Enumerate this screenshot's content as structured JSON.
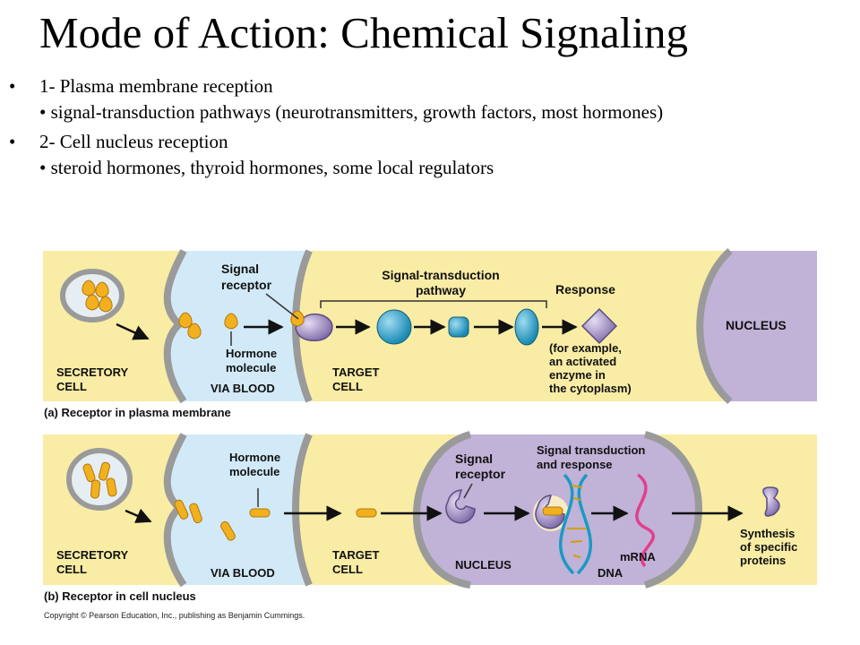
{
  "title": "Mode of Action: Chemical Signaling",
  "bullets": [
    {
      "main": "1- Plasma membrane reception",
      "sub": "• signal-transduction pathways (neurotransmitters, growth factors, most hormones)"
    },
    {
      "main": "2- Cell nucleus reception",
      "sub": "• steroid hormones, thyroid hormones, some local regulators"
    }
  ],
  "diagram": {
    "panel_a": {
      "caption": "(a) Receptor in plasma membrane",
      "secretory_cell": [
        "SECRETORY",
        "CELL"
      ],
      "via_blood": "VIA BLOOD",
      "target_cell": [
        "TARGET",
        "CELL"
      ],
      "signal_receptor": [
        "Signal",
        "receptor"
      ],
      "hormone_molecule": [
        "Hormone",
        "molecule"
      ],
      "pathway": [
        "Signal-transduction",
        "pathway"
      ],
      "response": "Response",
      "example": [
        "(for example,",
        "an activated",
        "enzyme in",
        "the cytoplasm)"
      ],
      "nucleus": "NUCLEUS"
    },
    "panel_b": {
      "caption": "(b) Receptor in cell nucleus",
      "secretory_cell": [
        "SECRETORY",
        "CELL"
      ],
      "via_blood": "VIA BLOOD",
      "target_cell": [
        "TARGET",
        "CELL"
      ],
      "hormone_molecule": [
        "Hormone",
        "molecule"
      ],
      "signal_receptor": [
        "Signal",
        "receptor"
      ],
      "transduction": [
        "Signal transduction",
        "and response"
      ],
      "nucleus": "NUCLEUS",
      "mrna": "mRNA",
      "dna": "DNA",
      "synthesis": [
        "Synthesis",
        "of specific",
        "proteins"
      ]
    },
    "copyright": "Copyright © Pearson Education, Inc., publishing as Benjamin Cummings."
  },
  "colors": {
    "cell_yellow": "#f9eca4",
    "blood_blue": "#d2eaf7",
    "nucleus_purple": "#c1b2d8",
    "hormone_orange": "#f2b01e",
    "receptor_purple": "#8f7fb8",
    "blue_molecule": "#1a9ac4"
  }
}
